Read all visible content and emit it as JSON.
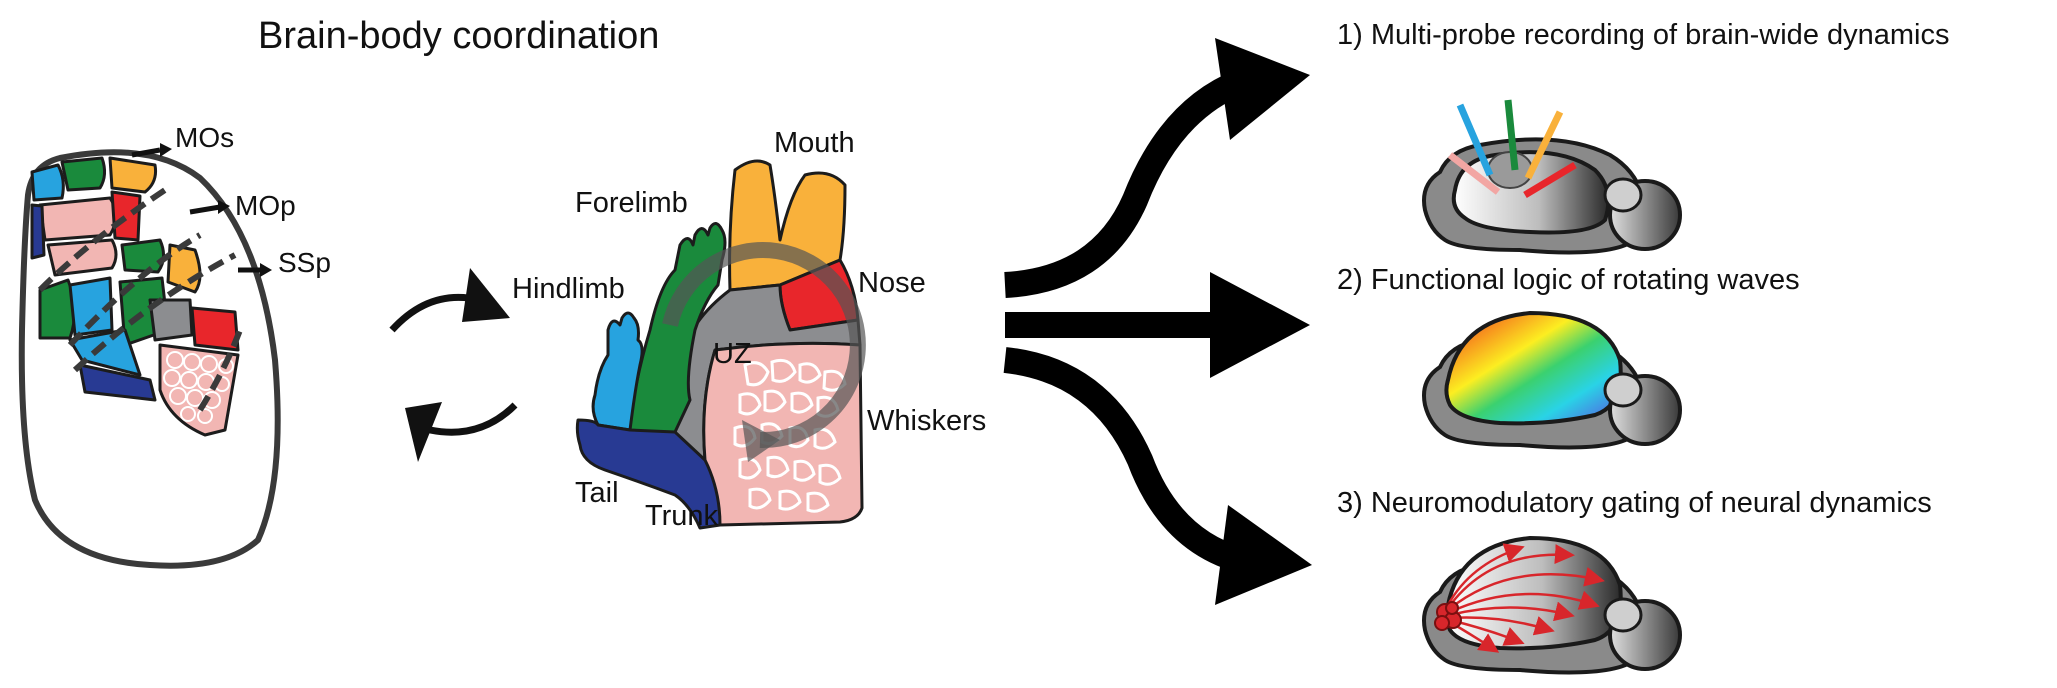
{
  "title": "Brain-body coordination",
  "cortex_labels": [
    "MOs",
    "MOp",
    "SSp"
  ],
  "body_labels": {
    "mouth": "Mouth",
    "forelimb": "Forelimb",
    "hindlimb": "Hindlimb",
    "nose": "Nose",
    "uz": "UZ",
    "whiskers": "Whiskers",
    "tail": "Tail",
    "trunk": "Trunk"
  },
  "items": [
    "1) Multi-probe recording of brain-wide dynamics",
    "2) Functional logic of rotating waves",
    "3) Neuromodulatory gating of neural dynamics"
  ],
  "colors": {
    "mouth": "#f9b13b",
    "nose": "#e8262b",
    "forelimb": "#1a8a3c",
    "hindlimb": "#27a3df",
    "trunk_tail": "#283a93",
    "uz": "#8c8d90",
    "whiskers": "#f2b6b3",
    "probe_blue": "#27a3df",
    "probe_green": "#1a8a3c",
    "probe_orange": "#f9b13b",
    "probe_red": "#e8262b",
    "probe_pink": "#f2a6a3",
    "neuromod": "#d8262b"
  }
}
